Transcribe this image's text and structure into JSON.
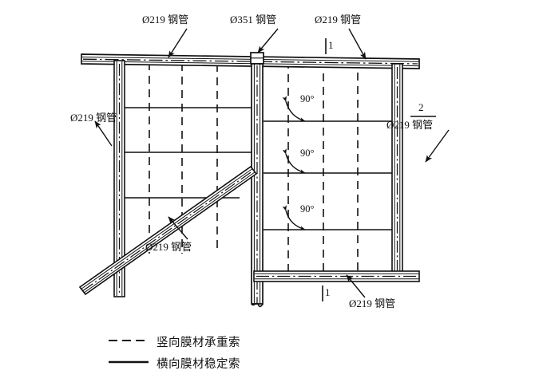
{
  "figure": {
    "type": "engineering-elevation-drawing",
    "description": "Steel tube frame elevation with membrane cable grid"
  },
  "labels": {
    "top_left_pipe": "Ø219 钢管",
    "top_center_pipe": "Ø351 钢管",
    "top_right_pipe": "Ø219 钢管",
    "left_column_pipe": "Ø219 钢管",
    "right_column_pipe": "Ø219 钢管",
    "diagonal_pipe": "Ø219 钢管",
    "bottom_beam_pipe": "Ø219 钢管"
  },
  "section_marks": {
    "top_mark": "1",
    "bottom_mark": "1",
    "right_mark": "2"
  },
  "angles": [
    {
      "value": "90°"
    },
    {
      "value": "90°"
    },
    {
      "value": "90°"
    }
  ],
  "legend": [
    {
      "style": "dashed",
      "label": "竖向膜材承重索"
    },
    {
      "style": "solid",
      "label": "横向膜材稳定索"
    }
  ],
  "colors": {
    "line": "#111111",
    "background": "#ffffff"
  }
}
